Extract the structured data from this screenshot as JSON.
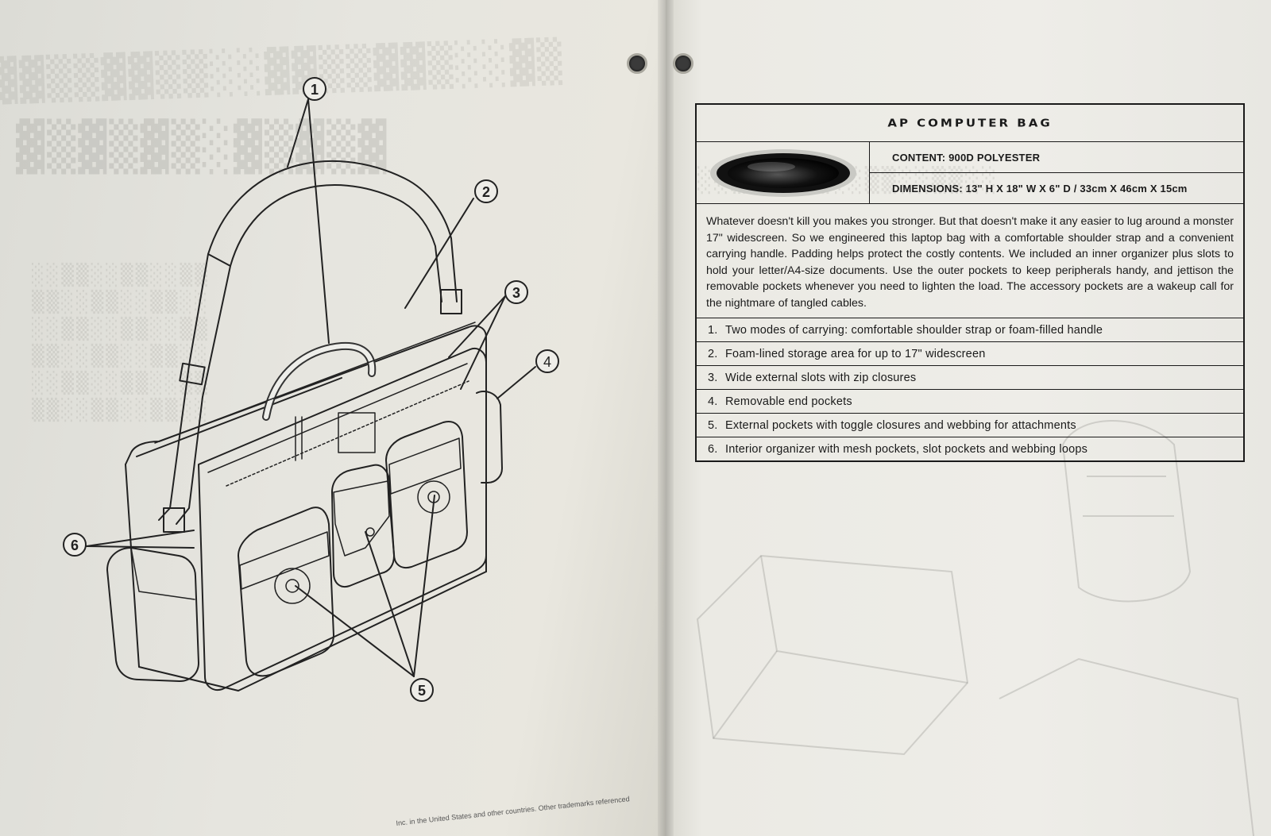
{
  "product": {
    "title": "AP COMPUTER BAG",
    "content_spec": "CONTENT: 900D POLYESTER",
    "dimensions_spec": "DIMENSIONS:  13\" H X 18\" W X 6\" D  / 33cm X 46cm X 15cm",
    "logo_icon": "oakley-ellipse-logo"
  },
  "description": "Whatever doesn't kill you makes you stronger. But that doesn't make it any easier to lug around a monster 17\" widescreen. So we engineered this laptop bag with a comfortable shoulder strap and a convenient carrying handle. Padding helps protect the costly contents. We included an inner organizer plus slots to hold your letter/A4-size documents. Use the outer pockets to keep peripherals handy, and jettison the removable pockets whenever you need to lighten the load. The accessory pockets are a wakeup call for the nightmare of tangled cables.",
  "features": [
    {
      "num": "1.",
      "text": "Two modes of carrying: comfortable shoulder strap or foam-filled handle"
    },
    {
      "num": "2.",
      "text": "Foam-lined storage area for up to 17\" widescreen"
    },
    {
      "num": "3.",
      "text": "Wide external slots with zip closures"
    },
    {
      "num": "4.",
      "text": "Removable end pockets"
    },
    {
      "num": "5.",
      "text": "External pockets with toggle closures and webbing for attachments"
    },
    {
      "num": "6.",
      "text": "Interior organizer with mesh pockets, slot pockets and webbing loops"
    }
  ],
  "callouts": [
    "1",
    "2",
    "3",
    "4",
    "5",
    "6"
  ],
  "footer_note": "Inc. in the United States and other countries. Other trademarks referenced"
}
